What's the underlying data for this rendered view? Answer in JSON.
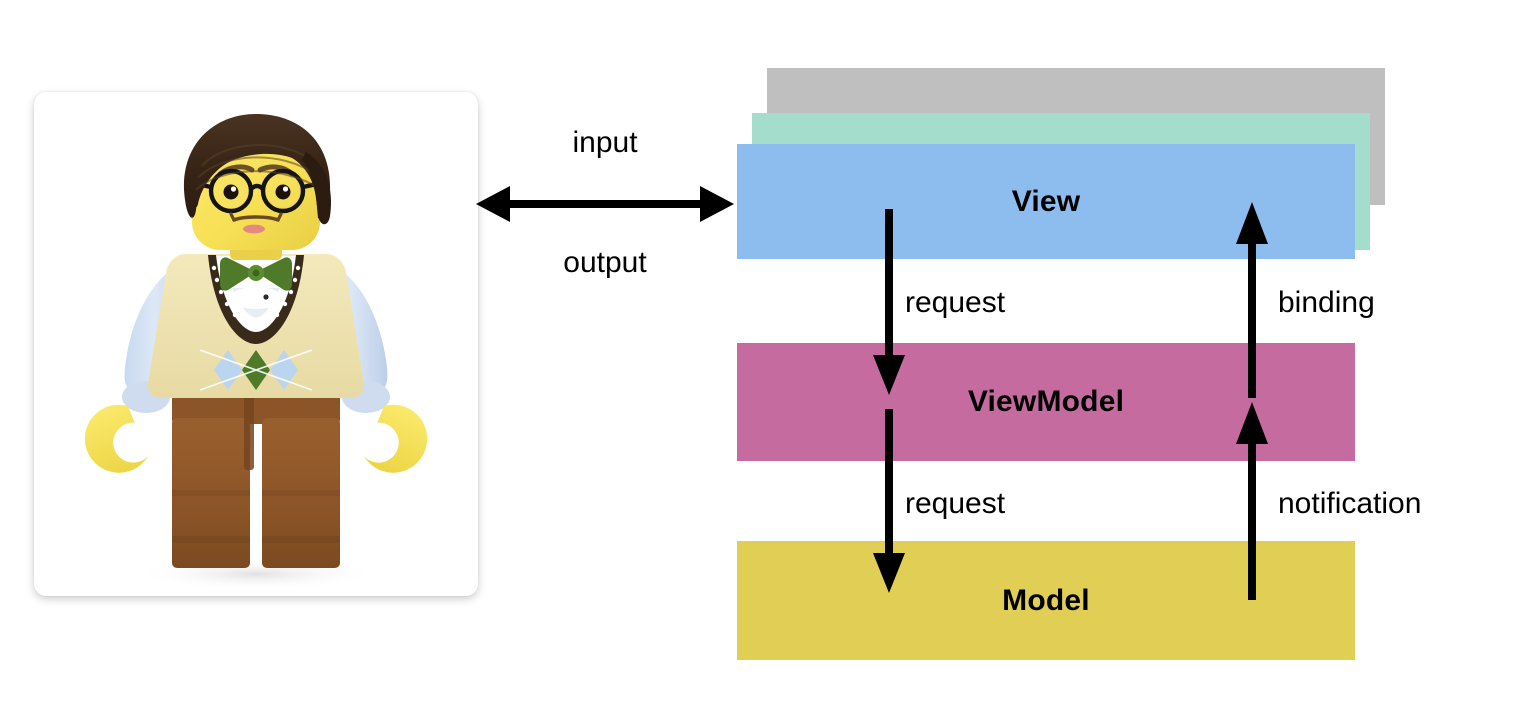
{
  "diagram": {
    "title": "MVVM architecture diagram",
    "user": {
      "alt": "LEGO minifigure wearing glasses, argyle sweater vest and bow tie",
      "icon": "lego-minifigure-photo"
    },
    "io_arrow": {
      "top_label": "input",
      "bottom_label": "output",
      "icon": "double-headed-arrow"
    },
    "layers": [
      {
        "key": "stack_back",
        "label": "",
        "color": "#bfbfbf",
        "role": "stacked-view-copy"
      },
      {
        "key": "stack_mid",
        "label": "",
        "color": "#a5ddcd",
        "role": "stacked-view-copy"
      },
      {
        "key": "view",
        "label": "View",
        "color": "#8cbdee"
      },
      {
        "key": "viewmodel",
        "label": "ViewModel",
        "color": "#c66b9f"
      },
      {
        "key": "model",
        "label": "Model",
        "color": "#e0cf54"
      }
    ],
    "connections": [
      {
        "key": "view_to_viewmodel",
        "label": "request",
        "direction": "down",
        "from": "View",
        "to": "ViewModel",
        "icon": "down-arrow"
      },
      {
        "key": "viewmodel_to_view",
        "label": "binding",
        "direction": "up",
        "from": "ViewModel",
        "to": "View",
        "icon": "up-arrow"
      },
      {
        "key": "viewmodel_to_model",
        "label": "request",
        "direction": "down",
        "from": "ViewModel",
        "to": "Model",
        "icon": "down-arrow"
      },
      {
        "key": "model_to_viewmodel",
        "label": "notification",
        "direction": "up",
        "from": "Model",
        "to": "ViewModel",
        "icon": "up-arrow"
      }
    ],
    "colors": {
      "background": "#ffffff",
      "arrow": "#000000",
      "text": "#000000",
      "card": "#ffffff"
    }
  }
}
